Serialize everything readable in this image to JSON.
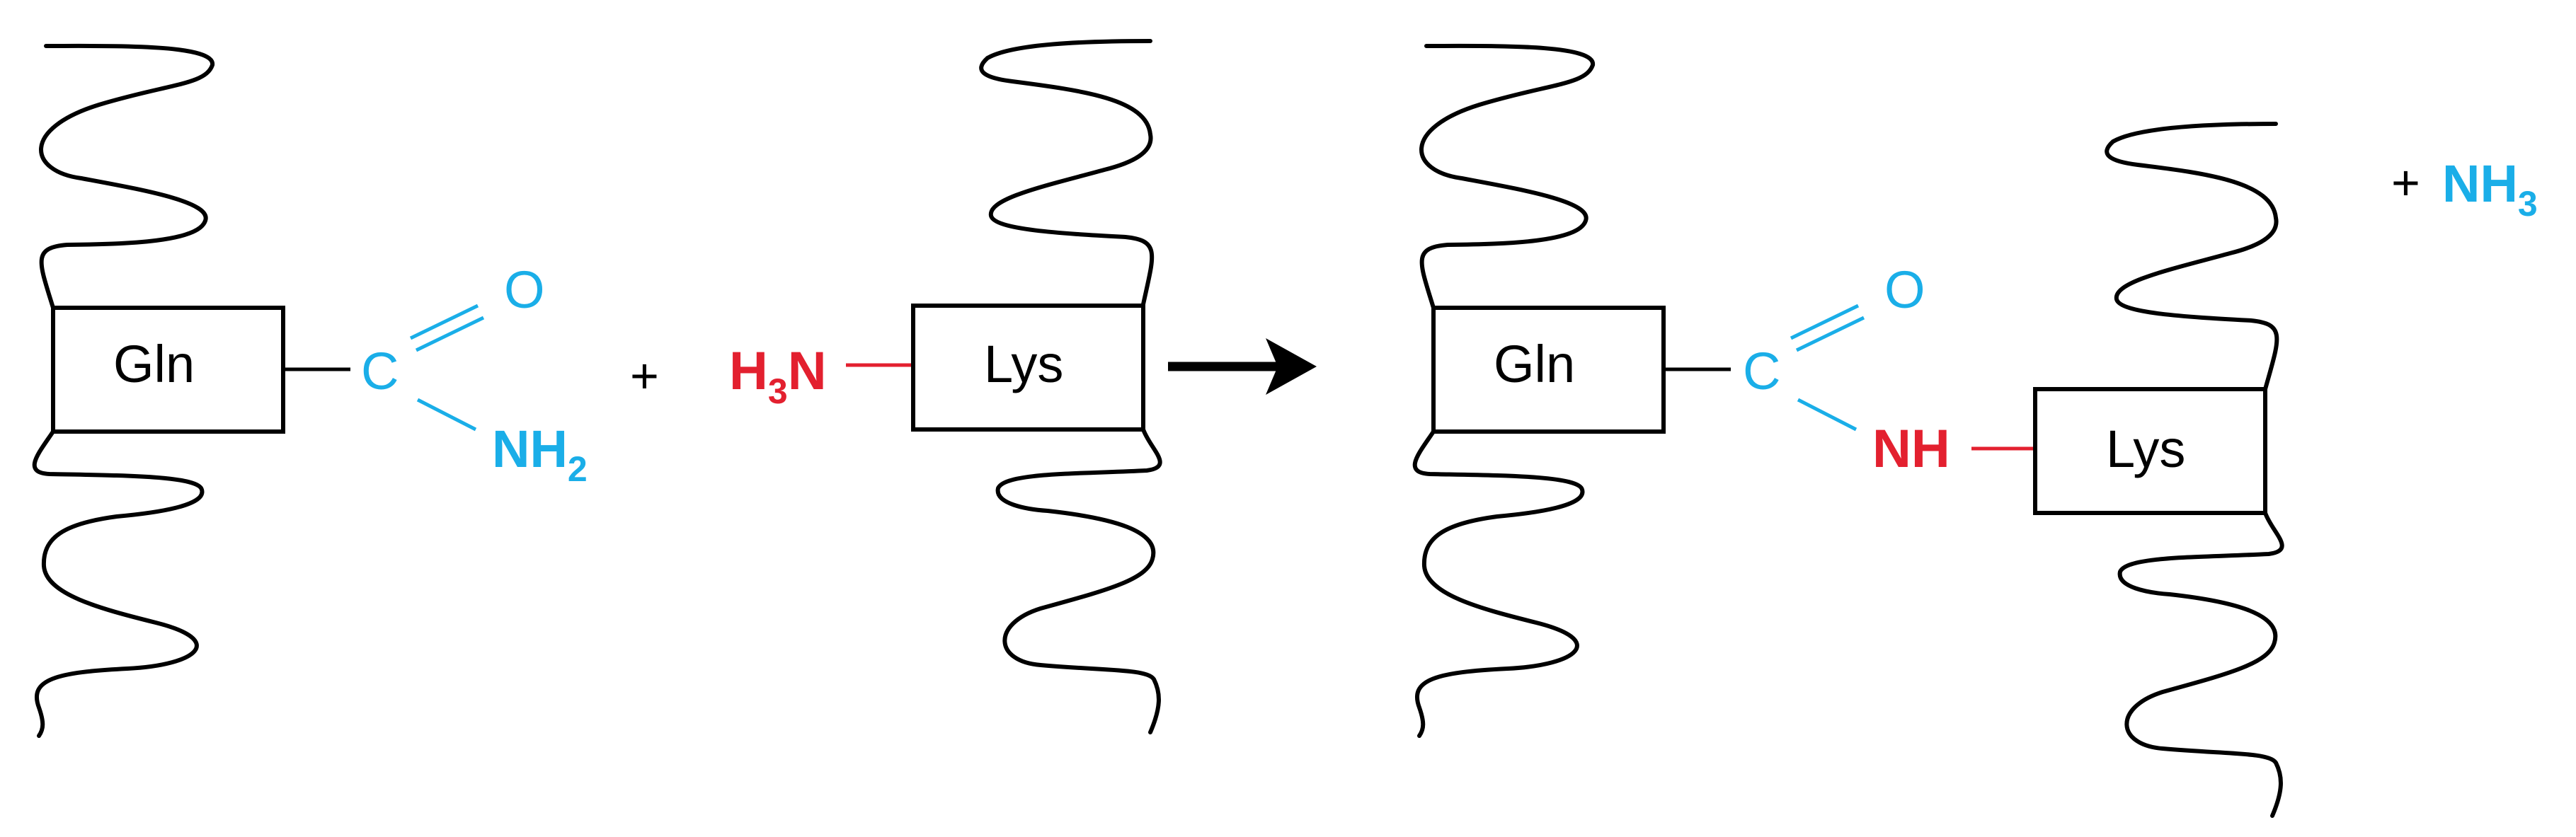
{
  "reactant_gln": {
    "residue_label": "Gln",
    "carbon": "C",
    "oxygen": "O",
    "amide": {
      "atom": "NH",
      "subscript": "2"
    }
  },
  "plus_1": "+",
  "reactant_lys": {
    "residue_label": "Lys",
    "amine": {
      "h": "H",
      "subscript": "3",
      "n": "N"
    }
  },
  "reaction_arrow": "→",
  "product": {
    "gln_label": "Gln",
    "carbon": "C",
    "oxygen": "O",
    "linker": "NH",
    "lys_label": "Lys"
  },
  "byproduct": {
    "plus": "+",
    "molecule": "NH",
    "subscript": "3"
  },
  "colors": {
    "glutamine_group": "#1aaee8",
    "lysine_group": "#e3202f",
    "structure": "#000000"
  }
}
